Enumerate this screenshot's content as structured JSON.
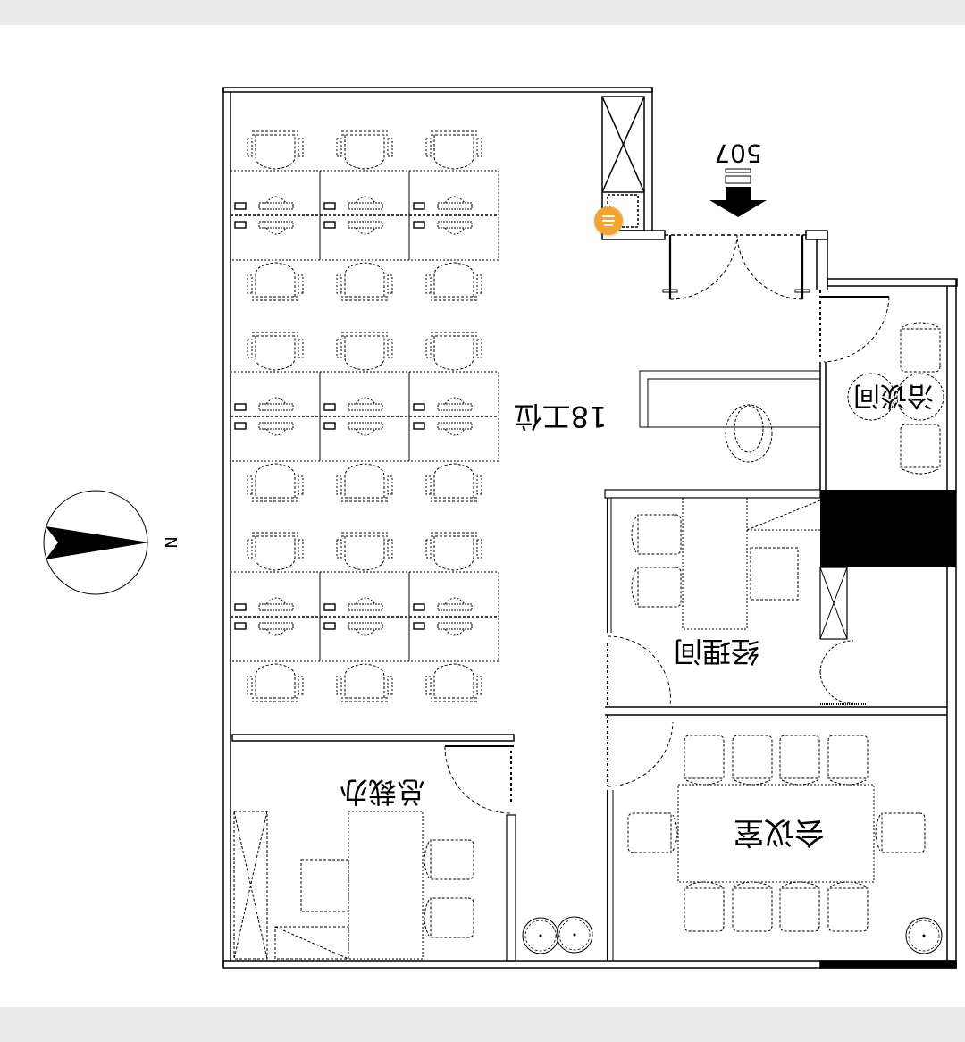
{
  "viewer": {
    "top_bar_color": "#ebebeb",
    "bottom_bar_color": "#ebebeb",
    "fab": {
      "icon": "menu-lines-icon",
      "color": "#f3a531"
    }
  },
  "floorplan": {
    "compass": {
      "label": "N"
    },
    "entrance": {
      "room_number": "507"
    },
    "rooms": {
      "workstations": "18工位",
      "negotiation": "洽谈间",
      "manager": "经理间",
      "meeting": "会议室",
      "ceo": "总裁办"
    },
    "note": "Plan drawn rotated 180°; labels appear upside-down"
  }
}
